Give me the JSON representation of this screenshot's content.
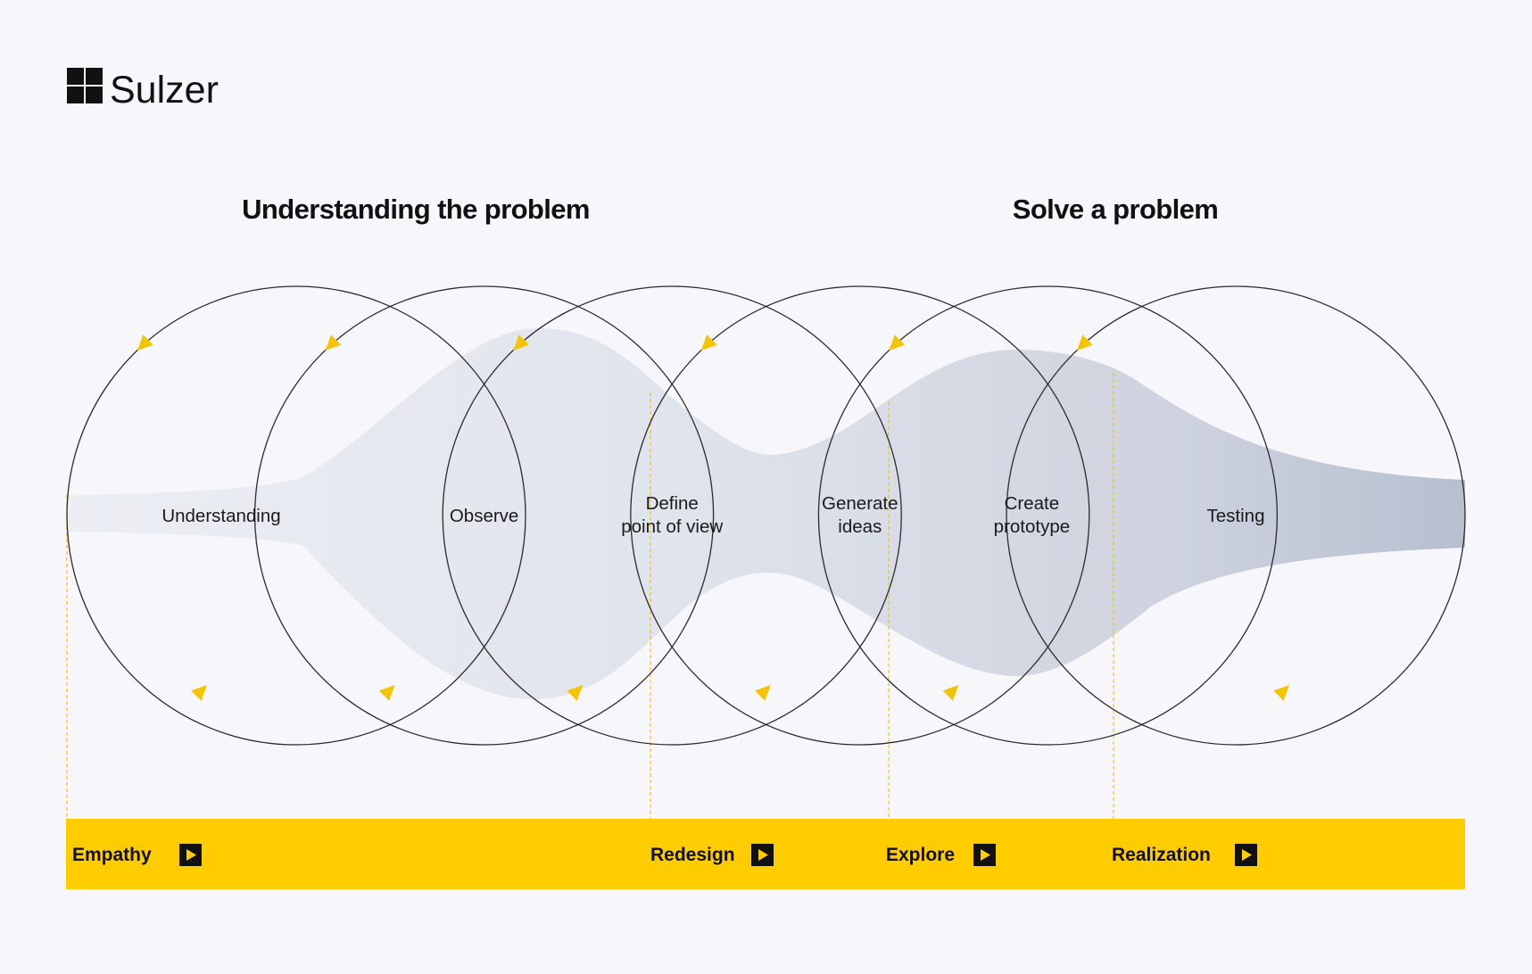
{
  "logo": {
    "name": "Sulzer",
    "icon": "four-squares-logo-icon"
  },
  "headings": {
    "left": "Understanding the problem",
    "right": "Solve a problem"
  },
  "stages": [
    {
      "lines": [
        "Understanding"
      ]
    },
    {
      "lines": [
        "Observe"
      ]
    },
    {
      "lines": [
        "Define",
        "point of view"
      ]
    },
    {
      "lines": [
        "Generate",
        "ideas"
      ]
    },
    {
      "lines": [
        "Create",
        "prototype"
      ]
    },
    {
      "lines": [
        "Testing"
      ]
    }
  ],
  "phases": [
    {
      "label": "Empathy",
      "icon": "play-icon"
    },
    {
      "label": "Redesign",
      "icon": "play-icon"
    },
    {
      "label": "Explore",
      "icon": "play-icon"
    },
    {
      "label": "Realization",
      "icon": "play-icon"
    }
  ],
  "colors": {
    "background": "#f7f7fb",
    "phase_bar": "#ffcc00",
    "arrow": "#f5c400",
    "guide_line": "#f2c21b",
    "circle_stroke": "#2b2b2b",
    "flow_light": "#e4e7ef",
    "flow_dark": "#b9c0d0"
  }
}
